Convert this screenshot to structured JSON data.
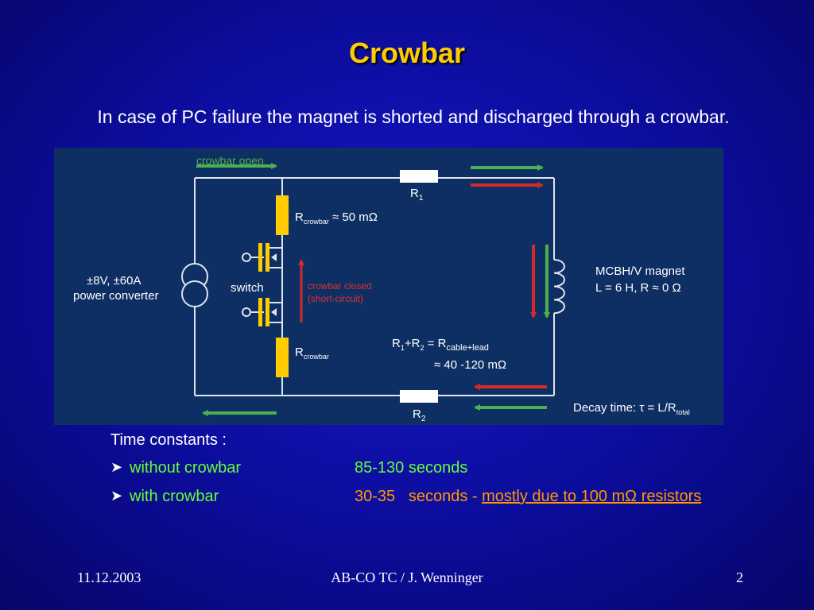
{
  "slide": {
    "title": "Crowbar",
    "intro": "In case of PC failure the magnet is shorted and discharged through a crowbar."
  },
  "diagram": {
    "crowbar_open": "crowbar open",
    "r1_main": "R",
    "r1_sub": "1",
    "r2_main": "R",
    "r2_sub": "2",
    "rcrowbar_top_main": "R",
    "rcrowbar_top_sub": "crowbar",
    "rcrowbar_top_value": " ≈ 50 mΩ",
    "rcrowbar_bottom_main": "R",
    "rcrowbar_bottom_sub": "crowbar",
    "switch_label": "switch",
    "crowbar_closed_line1": "crowbar closed",
    "crowbar_closed_line2": "(short-circuit)",
    "power_converter_line1": "±8V, ±60A",
    "power_converter_line2": "power converter",
    "magnet_line1": "MCBH/V magnet",
    "magnet_line2": "L = 6 H, R ≈ 0 Ω",
    "rsum_p1": "R",
    "rsum_s1": "1",
    "rsum_p2": "+R",
    "rsum_s2": "2",
    "rsum_p3": " = R",
    "rsum_s3": "cable+lead",
    "rsum_value": "≈ 40 -120 mΩ",
    "decay_main": "Decay time: τ = L/R",
    "decay_sub": "total",
    "colors": {
      "panel": "#0e2f63",
      "wire": "#dfe3ee",
      "resistor": "#ffcc00",
      "green_arrow": "#4fae4f",
      "red_arrow": "#d42a2a",
      "label_green": "#4fae4f",
      "label_red": "#e03030",
      "text": "#ffffff"
    }
  },
  "time_constants": {
    "label": "Time constants :",
    "bullet_icon": "arrowhead-bullet-icon",
    "rows": [
      {
        "name": "without crowbar",
        "value": "85-130 seconds"
      },
      {
        "name": "with crowbar",
        "value_prefix": "30-35   seconds - ",
        "value_note": "mostly due to 100 mΩ resistors"
      }
    ]
  },
  "footer": {
    "date": "11.12.2003",
    "center": "AB-CO TC / J. Wenninger",
    "page": "2"
  }
}
